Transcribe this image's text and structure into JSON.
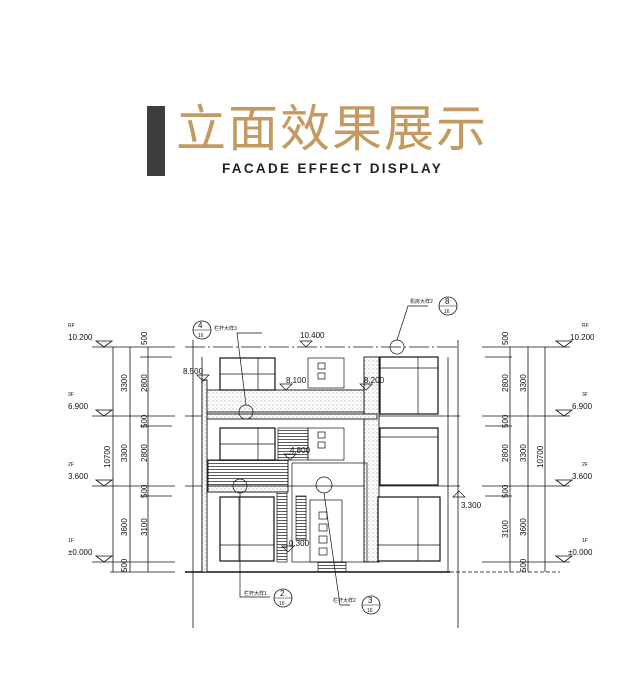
{
  "header": {
    "title_cn": "立面效果展示",
    "title_en": "FACADE EFFECT DISPLAY"
  },
  "levels": {
    "rf": {
      "name": "RF",
      "elev": "10.200"
    },
    "f3": {
      "name": "3F",
      "elev": "6.900"
    },
    "f2": {
      "name": "2F",
      "elev": "3.600"
    },
    "f1": {
      "name": "1F",
      "elev": "±0.000"
    }
  },
  "dims": {
    "d500": "500",
    "d3300": "3300",
    "d2800": "2800",
    "d10700": "10700",
    "d3600": "3600",
    "d3100": "3100"
  },
  "elevations": {
    "e10400": "10.400",
    "e8500": "8.500",
    "e8100": "8.100",
    "e8200": "8.200",
    "e4800": "4.800",
    "e3300": "3.300",
    "e0300": "0.300"
  },
  "callouts": [
    {
      "label": "栏杆大样3",
      "num": "4",
      "sheet": "16"
    },
    {
      "label": "机房大样2",
      "num": "8",
      "sheet": "16"
    },
    {
      "label": "栏杆大样1",
      "num": "2",
      "sheet": "16"
    },
    {
      "label": "栏杆大样2",
      "num": "3",
      "sheet": "16"
    }
  ]
}
